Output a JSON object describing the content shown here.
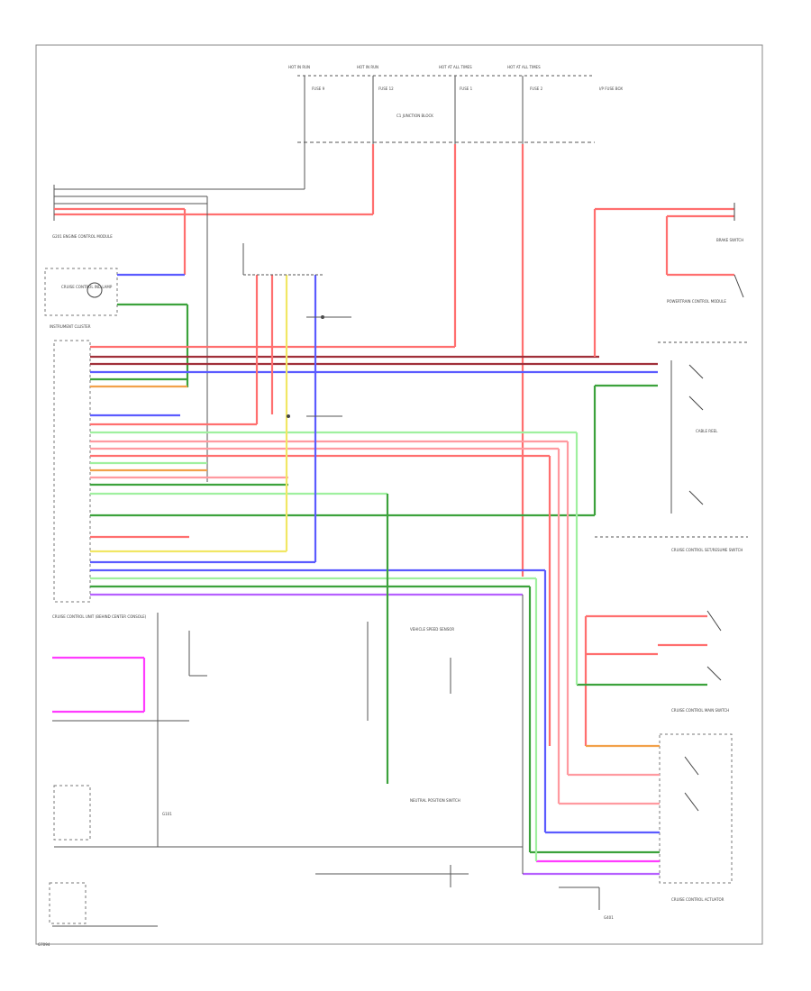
{
  "diagram": {
    "footer_code": "G7094",
    "fuse_labels": [
      "HOT IN RUN",
      "HOT IN RUN",
      "HOT AT ALL TIMES",
      "HOT AT ALL TIMES"
    ],
    "fuses": [
      "FUSE 9",
      "FUSE 12",
      "FUSE 1",
      "FUSE 2"
    ],
    "panel_label": "I/P FUSE BOX",
    "junction_label": "C1 JUNCTION BLOCK",
    "left_connector_label": "G201 ENGINE CONTROL MODULE",
    "cluster_label": "INSTRUMENT CLUSTER",
    "cruise_lamp_label": "CRUISE CONTROL IND LAMP",
    "ecm_label": "CRUISE CONTROL UNIT (BEHIND CENTER CONSOLE)",
    "brake_label": "BRAKE SWITCH",
    "pcm_label": "POWERTRAIN CONTROL MODULE",
    "clock_spring_label": "CABLE REEL",
    "main_switch_label": "CRUISE CONTROL MAIN SWITCH",
    "steering_switch_label": "CRUISE CONTROL SET/RESUME SWITCH",
    "actuator_label": "CRUISE CONTROL ACTUATOR",
    "vss_label": "VEHICLE SPEED SENSOR",
    "ground_label": "G101",
    "neutral_label": "NEUTRAL POSITION SWITCH",
    "ground_right_label": "G401",
    "colors": {
      "red": "#ff6f6f",
      "pink": "#ff9aa0",
      "blue": "#5b5bff",
      "green": "#3ca23c",
      "light_green": "#9ff09f",
      "yellow": "#f1e764",
      "orange": "#f2a14a",
      "purple": "#b660ff",
      "magenta": "#ff3cff",
      "dark_red": "#a0303a",
      "gray": "#666666"
    }
  }
}
